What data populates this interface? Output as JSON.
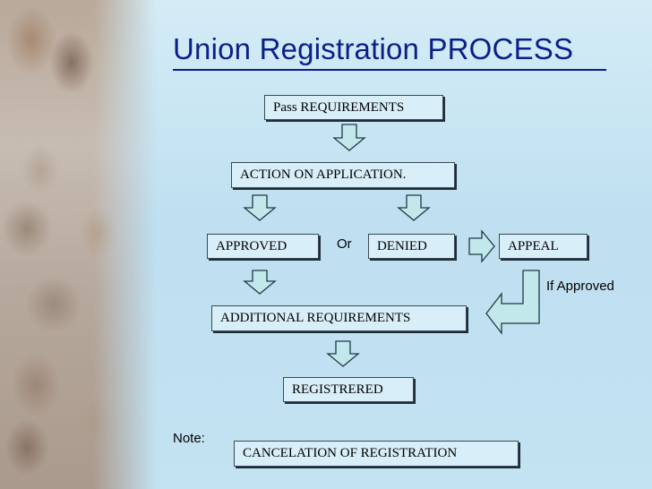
{
  "slide": {
    "title": "Union Registration PROCESS",
    "nodes": {
      "pass_requirements": "Pass REQUIREMENTS",
      "action_on_application": "ACTION ON APPLICATION.",
      "approved": "APPROVED",
      "or_label": "Or",
      "denied": "DENIED",
      "appeal": "APPEAL",
      "if_approved": "If Approved",
      "additional_requirements": "ADDITIONAL REQUIREMENTS",
      "registered": "REGISTRERED",
      "note_label": "Note:",
      "cancelation": "CANCELATION OF REGISTRATION"
    },
    "colors": {
      "title": "#0b1f8a",
      "arrow_fill": "#c3e8ec",
      "arrow_stroke": "#1f3a46",
      "box_fill": "#d8eef8"
    }
  }
}
